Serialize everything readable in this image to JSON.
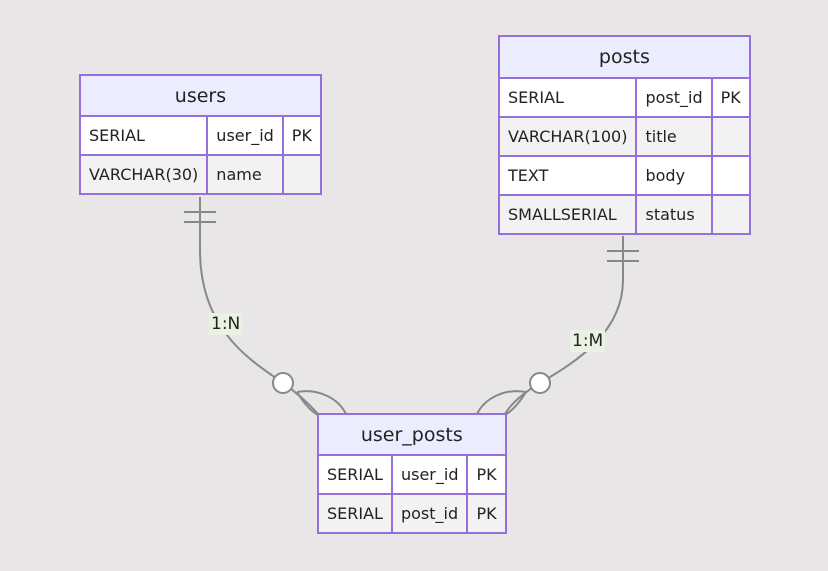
{
  "entities": {
    "users": {
      "name": "users",
      "rows": [
        {
          "type": "SERIAL",
          "field": "user_id",
          "key": "PK"
        },
        {
          "type": "VARCHAR(30)",
          "field": "name",
          "key": ""
        }
      ]
    },
    "posts": {
      "name": "posts",
      "rows": [
        {
          "type": "SERIAL",
          "field": "post_id",
          "key": "PK"
        },
        {
          "type": "VARCHAR(100)",
          "field": "title",
          "key": ""
        },
        {
          "type": "TEXT",
          "field": "body",
          "key": ""
        },
        {
          "type": "SMALLSERIAL",
          "field": "status",
          "key": ""
        }
      ]
    },
    "user_posts": {
      "name": "user_posts",
      "rows": [
        {
          "type": "SERIAL",
          "field": "user_id",
          "key": "PK"
        },
        {
          "type": "SERIAL",
          "field": "post_id",
          "key": "PK"
        }
      ]
    }
  },
  "relationships": [
    {
      "from": "users",
      "to": "user_posts",
      "label": "1:N",
      "from_cardinality": "exactly-one",
      "to_cardinality": "zero-or-many"
    },
    {
      "from": "posts",
      "to": "user_posts",
      "label": "1:M",
      "from_cardinality": "exactly-one",
      "to_cardinality": "zero-or-many"
    }
  ],
  "colors": {
    "background": "#e8e6e7",
    "entity_border": "#9370db",
    "entity_header": "#ececff",
    "row_odd": "#ffffff",
    "row_even": "#f2f2f2",
    "line": "#888888",
    "label_background": "#eaf3e2"
  }
}
